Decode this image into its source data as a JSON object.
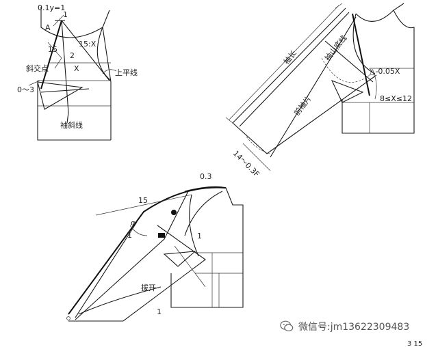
{
  "fig_top_left": {
    "labels": {
      "a": "0.1y=1",
      "b": "1",
      "c": "A",
      "d": "15",
      "e": "2",
      "f": "15:X",
      "g": "斜交点",
      "h": "X",
      "i": "上平线",
      "j": "0～3",
      "k": "袖斜线"
    }
  },
  "fig_top_right": {
    "labels": {
      "a": "袖长",
      "b": "袖山底线",
      "c": "前袖片",
      "d": "△-0.05X",
      "e": "8≤X≤12",
      "f": "14～0.3F"
    }
  },
  "fig_bottom": {
    "labels": {
      "a": "0.3",
      "b": "15",
      "c": "φ",
      "d": "1",
      "e": "1",
      "f": "拔开",
      "g": "1"
    }
  },
  "watermark": {
    "text": "微信号:jm13622309483",
    "icon": "wechat-icon"
  },
  "corner_text": "3 15"
}
